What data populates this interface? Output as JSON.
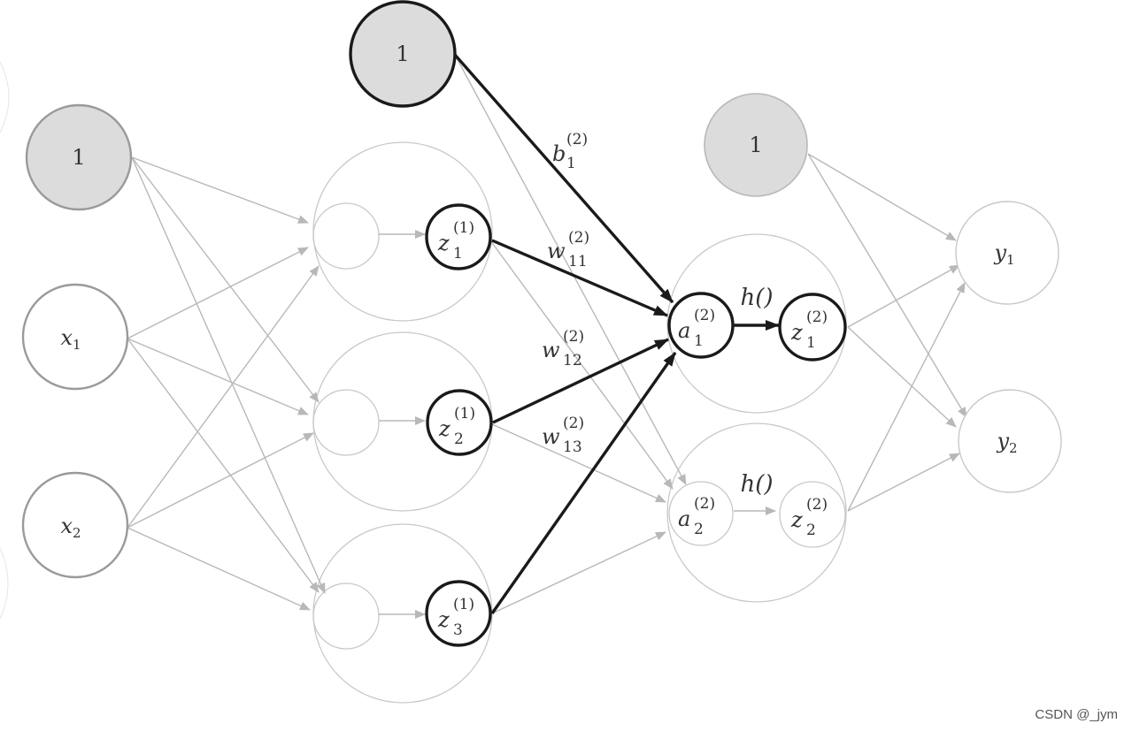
{
  "bias": {
    "input_bias": "1",
    "layer1_bias": "1",
    "layer2_bias": "1"
  },
  "inputs": {
    "x1": {
      "base": "x",
      "sub": "1"
    },
    "x2": {
      "base": "x",
      "sub": "2"
    }
  },
  "layer1_outputs": [
    {
      "base": "z",
      "sup": "(1)",
      "sub": "1"
    },
    {
      "base": "z",
      "sup": "(1)",
      "sub": "2"
    },
    {
      "base": "z",
      "sup": "(1)",
      "sub": "3"
    }
  ],
  "layer2": {
    "a1": {
      "base": "a",
      "sup": "(2)",
      "sub": "1"
    },
    "z1": {
      "base": "z",
      "sup": "(2)",
      "sub": "1"
    },
    "a2": {
      "base": "a",
      "sup": "(2)",
      "sub": "2"
    },
    "z2": {
      "base": "z",
      "sup": "(2)",
      "sub": "2"
    },
    "activation_label_1": "h()",
    "activation_label_2": "h()"
  },
  "outputs": {
    "y1": {
      "base": "y",
      "sub": "1"
    },
    "y2": {
      "base": "y",
      "sub": "2"
    }
  },
  "weights": {
    "b1": {
      "base": "b",
      "sup": "(2)",
      "sub": "1"
    },
    "w11": {
      "base": "w",
      "sup": "(2)",
      "sub": "11"
    },
    "w12": {
      "base": "w",
      "sup": "(2)",
      "sub": "12"
    },
    "w13": {
      "base": "w",
      "sup": "(2)",
      "sub": "13"
    }
  },
  "watermark": "CSDN @_jym",
  "colors": {
    "highlight": "#1a1a1a",
    "faded": "#b8b8b8",
    "bias_fill": "#dcdcdc"
  }
}
